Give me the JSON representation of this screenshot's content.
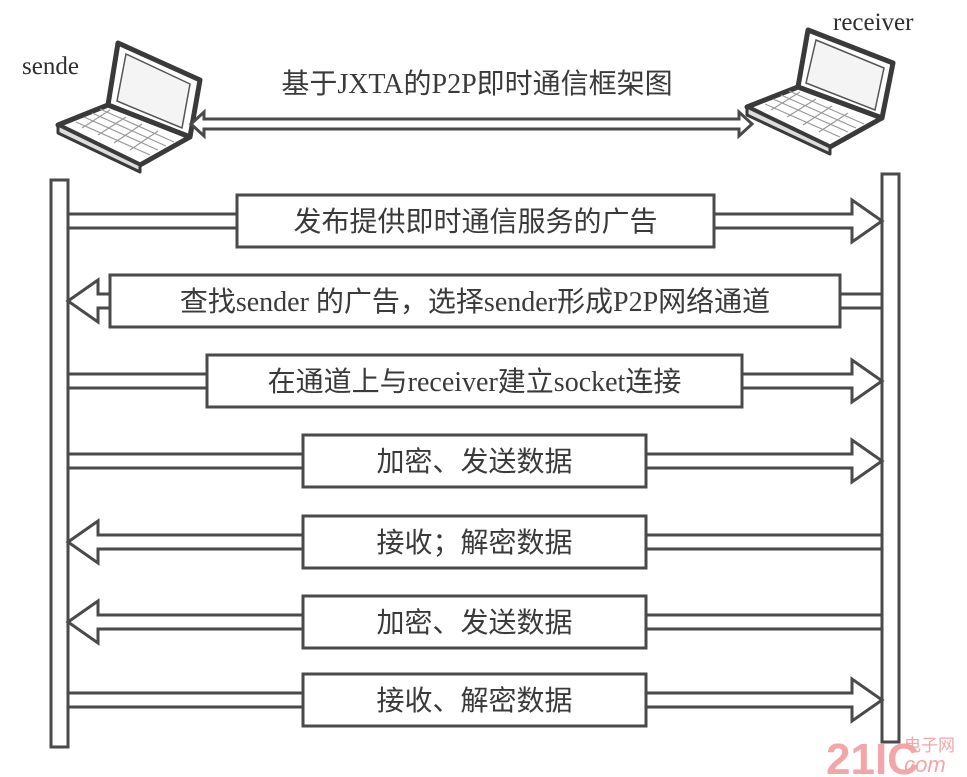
{
  "diagram": {
    "title": "基于JXTA的P2P即时通信框架图",
    "nodes": {
      "sender": {
        "label": "sende",
        "icon": "laptop-icon"
      },
      "receiver": {
        "label": "receiver",
        "icon": "laptop-icon"
      }
    },
    "top_link": {
      "type": "bidirectional-arrow",
      "from": "sender",
      "to": "receiver"
    },
    "messages": [
      {
        "text": "发布提供即时通信服务的广告",
        "direction": "right"
      },
      {
        "text": "查找sender 的广告，选择sender形成P2P网络通道",
        "direction": "left"
      },
      {
        "text": "在通道上与receiver建立socket连接",
        "direction": "right"
      },
      {
        "text": "加密、发送数据",
        "direction": "right"
      },
      {
        "text": "接收；解密数据",
        "direction": "left"
      },
      {
        "text": "加密、发送数据",
        "direction": "left"
      },
      {
        "text": "接收、解密数据",
        "direction": "right"
      }
    ]
  },
  "watermark": {
    "brand": "21IC",
    "cn": "电子网",
    "domain": ".com",
    "color": "#f2a6a8"
  },
  "colors": {
    "stroke": "#4a4a4a",
    "text": "#3a3a3a"
  }
}
